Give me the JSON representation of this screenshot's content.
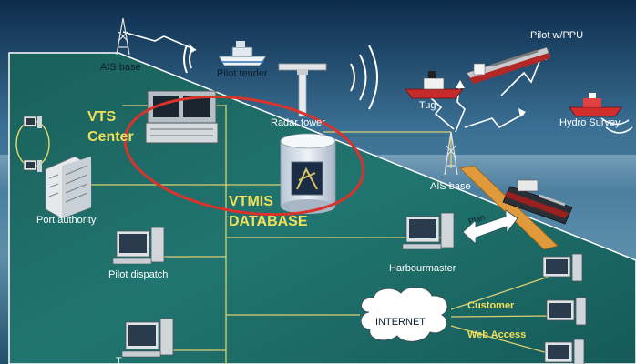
{
  "nodes": {
    "ais_base_top": "AIS base",
    "pilot_tender": "Pilot tender",
    "pilot_ppu": "Pilot w/PPU",
    "radar_tower": "Radar tower",
    "tug": "Tug",
    "hydro_survey": "Hydro Survey",
    "ais_base_right": "AIS base",
    "vts_line1": "VTS",
    "vts_line2": "Center",
    "vtmis_line1": "VTMIS",
    "vtmis_line2": "DATABASE",
    "port_authority": "Port authority",
    "pilot_dispatch": "Pilot dispatch",
    "harbourmaster": "Harbourmaster",
    "plan": "Plan",
    "internet": "INTERNET",
    "customer": "Customer",
    "web_access": "Web Access",
    "bottom_partial": "T"
  },
  "colors": {
    "board": "#1e6f6a",
    "sea": "#3d6a86",
    "line": "#dccf72",
    "ellipse": "#d9332b",
    "accent_text": "#f2e05a"
  }
}
